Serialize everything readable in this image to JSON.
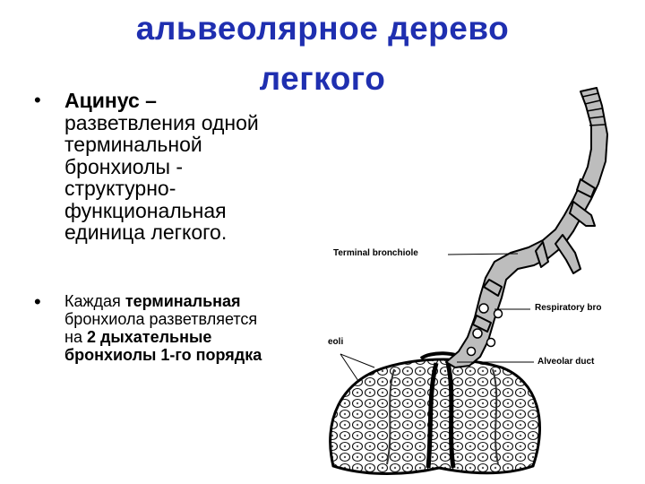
{
  "title": {
    "line1": "альвеолярное дерево",
    "line2": "легкого"
  },
  "bullet1": {
    "bold": "Ацинус –",
    "lines": [
      "разветвления одной",
      "терминальной",
      "бронхиолы -",
      "структурно-",
      "функциональная",
      "единица легкого."
    ]
  },
  "bullet2": {
    "line1_a": "Каждая ",
    "line1_b": "терминальная",
    "line2": "бронхиола разветвляется",
    "line3_a": "на ",
    "line3_b": "2 дыхательные",
    "line4": "бронхиолы 1-го порядка"
  },
  "diagram": {
    "labels": {
      "terminal": "Terminal bronchiole",
      "respiratory": "Respiratory bro",
      "alveolar_duct": "Alveolar duct",
      "alveoli": "eoli"
    }
  },
  "colors": {
    "title": "#1f2fb0",
    "text": "#000000",
    "airway_fill": "#bdbdbd",
    "background": "#ffffff"
  }
}
